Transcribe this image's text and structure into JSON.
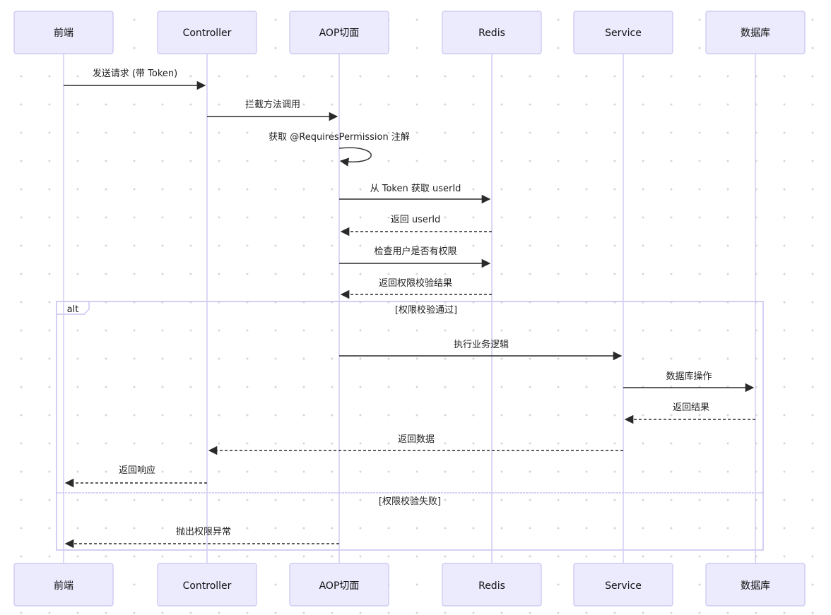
{
  "participants": [
    {
      "id": "frontend",
      "label": "前端"
    },
    {
      "id": "controller",
      "label": "Controller"
    },
    {
      "id": "aop",
      "label": "AOP切面"
    },
    {
      "id": "redis",
      "label": "Redis"
    },
    {
      "id": "service",
      "label": "Service"
    },
    {
      "id": "db",
      "label": "数据库"
    }
  ],
  "messages": [
    {
      "from": "frontend",
      "to": "controller",
      "label": "发送请求 (带 Token)",
      "style": "solid"
    },
    {
      "from": "controller",
      "to": "aop",
      "label": "拦截方法调用",
      "style": "solid"
    },
    {
      "from": "aop",
      "to": "aop",
      "label": "获取 @RequiresPermission 注解",
      "style": "solid"
    },
    {
      "from": "aop",
      "to": "redis",
      "label": "从 Token 获取 userId",
      "style": "solid"
    },
    {
      "from": "redis",
      "to": "aop",
      "label": "返回 userId",
      "style": "dashed"
    },
    {
      "from": "aop",
      "to": "redis",
      "label": "检查用户是否有权限",
      "style": "solid"
    },
    {
      "from": "redis",
      "to": "aop",
      "label": "返回权限校验结果",
      "style": "dashed"
    },
    {
      "from": "aop",
      "to": "service",
      "label": "执行业务逻辑",
      "style": "solid"
    },
    {
      "from": "service",
      "to": "db",
      "label": "数据库操作",
      "style": "solid"
    },
    {
      "from": "db",
      "to": "service",
      "label": "返回结果",
      "style": "dashed"
    },
    {
      "from": "service",
      "to": "controller",
      "label": "返回数据",
      "style": "dashed"
    },
    {
      "from": "controller",
      "to": "frontend",
      "label": "返回响应",
      "style": "dashed"
    },
    {
      "from": "aop",
      "to": "frontend",
      "label": "抛出权限异常",
      "style": "dashed"
    }
  ],
  "alt_block": {
    "label": "alt",
    "conditions": [
      "[权限校验通过]",
      "[权限校验失败]"
    ]
  },
  "colors": {
    "actor_fill": "#ECEAFD",
    "actor_border": "#CFCBF2",
    "lifeline": "#D3CFF3",
    "arrow": "#2a2a2a"
  }
}
